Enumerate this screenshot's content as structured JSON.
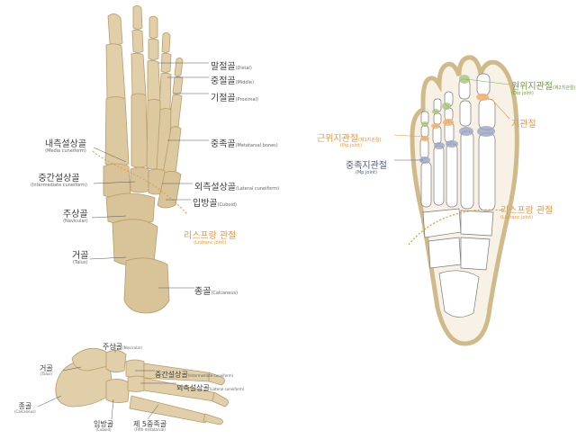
{
  "dorsal": {
    "distal": {
      "ko": "말절골",
      "en": "(Distal)"
    },
    "middle": {
      "ko": "중절골",
      "en": "(Middle)"
    },
    "proximal": {
      "ko": "기절골",
      "en": "(Proximal)"
    },
    "metatarsal": {
      "ko": "중족골",
      "en": "(Metatarsal bones)"
    },
    "medial_cuneiform": {
      "ko": "내측설상골",
      "en": "(Media cuneiform)"
    },
    "intermediate_cuneiform": {
      "ko": "중간설상골",
      "en": "(Intermediate cuneiform)"
    },
    "lateral_cuneiform": {
      "ko": "외측설상골",
      "en": "(Lateral cuneiform)"
    },
    "cuboid": {
      "ko": "입방골",
      "en": "(Cuboid)"
    },
    "navicular": {
      "ko": "주상골",
      "en": "(Navicular)"
    },
    "lisfranc": {
      "ko": "리스프랑 관절",
      "en": "(Lisfranc joint)"
    },
    "talus": {
      "ko": "거골",
      "en": "(Talus)"
    },
    "calcaneus": {
      "ko": "종골",
      "en": "(Calcaneus)"
    }
  },
  "lateral": {
    "navicular": {
      "ko": "주상골",
      "en": "(Navicular)"
    },
    "talus": {
      "ko": "거골",
      "en": "(Talus)"
    },
    "intermediate_cuneiform": {
      "ko": "중간설상골",
      "en": "(Intermediate cuneiform)"
    },
    "lateral_cuneiform": {
      "ko": "외측설상골",
      "en": "(Lateral cuneiform)"
    },
    "calcaneus": {
      "ko": "종골",
      "en": "(Calcaneus)"
    },
    "cuboid": {
      "ko": "입방골",
      "en": "(Cuboid)"
    },
    "fifth_metatarsal": {
      "ko": "제 5중족골",
      "en": "(Fifth metatarsal)"
    }
  },
  "sole": {
    "dip": {
      "ko": "원위지관절",
      "ko_paren": "(제2지관절)",
      "en": "(Dip joint)"
    },
    "pip": {
      "ko": "근위지관절",
      "ko_paren": "(제1지관절)",
      "en": "(Pip joint)"
    },
    "toe_joint": {
      "ko": "지관절"
    },
    "mp": {
      "ko": "중족지관절",
      "en": "(Mp joint)"
    },
    "lisfranc": {
      "ko": "리스프랑 관절",
      "en": "(Lisfranc joint)"
    }
  },
  "colors": {
    "bone": "#e0cfa8",
    "bone_dark": "#b89c6c",
    "orange": "#e8963a",
    "green": "#7aa84a",
    "blue": "#8a96b8"
  }
}
